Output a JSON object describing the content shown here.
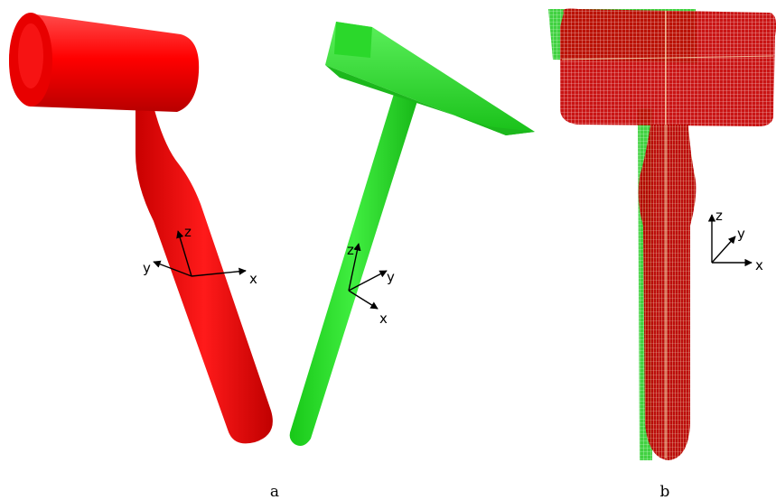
{
  "panels": [
    {
      "label": "a",
      "objects": [
        {
          "name": "mallet",
          "color": "#ff0000"
        },
        {
          "name": "hammer",
          "color": "#22e022"
        }
      ],
      "axes": [
        {
          "x_label": "x",
          "y_label": "y",
          "z_label": "z"
        },
        {
          "x_label": "x",
          "y_label": "y",
          "z_label": "z"
        }
      ]
    },
    {
      "label": "b",
      "objects": [
        {
          "name": "mallet-mesh",
          "color": "#cc0000"
        },
        {
          "name": "hammer-mesh",
          "color": "#22c022"
        }
      ],
      "axes": [
        {
          "x_label": "x",
          "y_label": "y",
          "z_label": "z"
        }
      ]
    }
  ]
}
